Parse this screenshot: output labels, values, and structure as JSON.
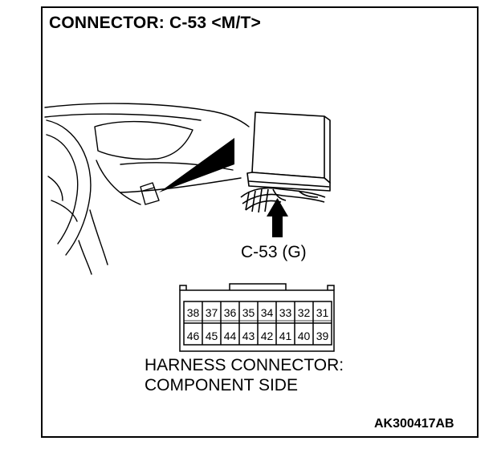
{
  "title": "CONNECTOR: C-53 <M/T>",
  "callout_label": "C-53 (G)",
  "connector": {
    "top_row_pins": [
      "38",
      "37",
      "36",
      "35",
      "34",
      "33",
      "32",
      "31"
    ],
    "bottom_row_pins": [
      "46",
      "45",
      "44",
      "43",
      "42",
      "41",
      "40",
      "39"
    ]
  },
  "caption": {
    "line1": "HARNESS CONNECTOR:",
    "line2": "COMPONENT SIDE"
  },
  "figure_code": "AK300417AB"
}
